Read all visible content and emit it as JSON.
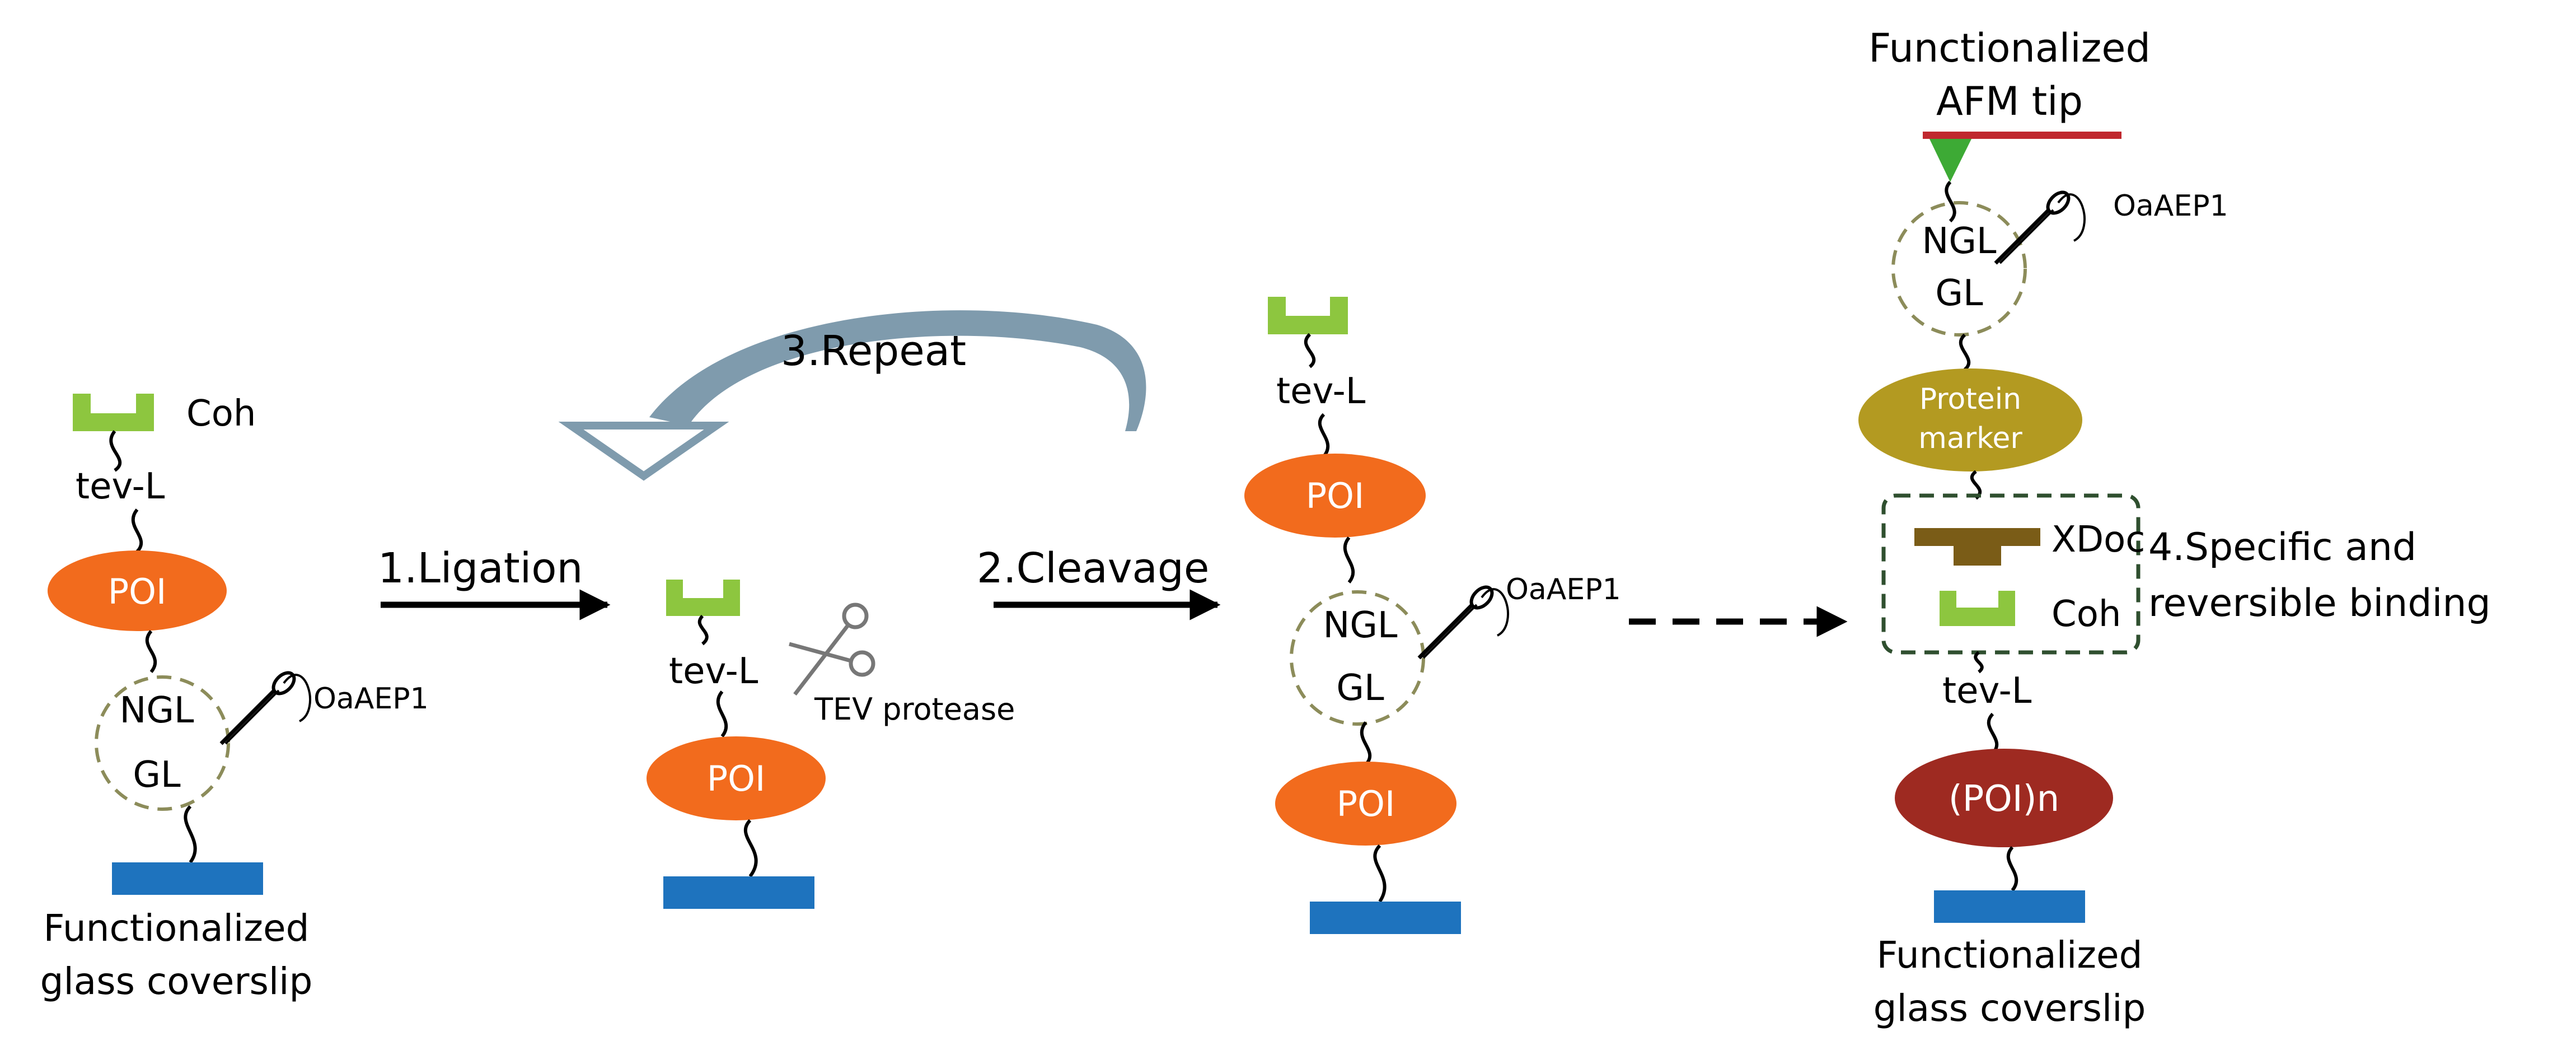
{
  "colors": {
    "cohesin": "#8DC63F",
    "poi": "#F26B1D",
    "poi_polymer": "#9E2A21",
    "protein_marker": "#B39A21",
    "xdoc": "#7A5C17",
    "coverslip": "#1E73BE",
    "repeat_arrow": "#7F9BAD",
    "afm_bar": "#C0282E",
    "afm_tip": "#3DAA35",
    "dashed_circle": "#8C8C5A",
    "scissors": "#888888"
  },
  "panels": [
    {
      "coh": "Coh",
      "tev": "tev-L",
      "poi": "POI",
      "ngl": "NGL",
      "gl": "GL",
      "enzyme": "OaAEP1",
      "surface": [
        "Functionalized",
        "glass coverslip"
      ]
    },
    {
      "tev": "tev-L",
      "protease": "TEV protease",
      "poi": "POI"
    },
    {
      "tev": "tev-L",
      "poi_top": "POI",
      "ngl": "NGL",
      "gl": "GL",
      "enzyme": "OaAEP1",
      "poi_bottom": "POI"
    },
    {
      "tip": [
        "Functionalized",
        "AFM tip"
      ],
      "ngl": "NGL",
      "gl": "GL",
      "enzyme": "OaAEP1",
      "marker": [
        "Protein",
        "marker"
      ],
      "xdoc": "XDoc",
      "coh": "Coh",
      "binding": [
        "4.Specific and",
        "reversible binding"
      ],
      "tev": "tev-L",
      "poi_n": "(POI)n",
      "surface": [
        "Functionalized",
        "glass coverslip"
      ]
    }
  ],
  "steps": {
    "ligation": "1.Ligation",
    "cleavage": "2.Cleavage",
    "repeat": "3.Repeat"
  }
}
